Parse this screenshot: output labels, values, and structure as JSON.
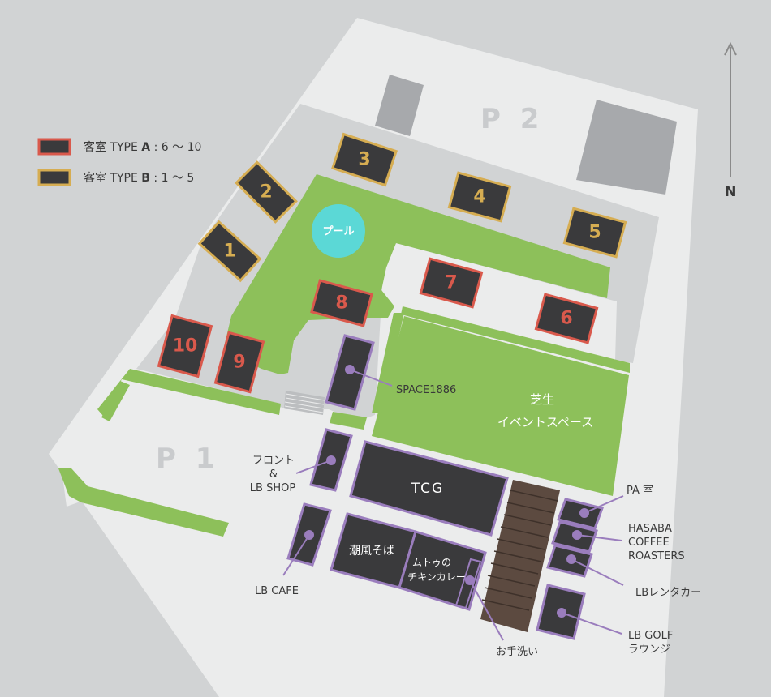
{
  "colors": {
    "background": "#d1d3d4",
    "site": "#ebecec",
    "corridor": "#d1d3d4",
    "lawn": "#8dc05a",
    "room_fill": "#3a3a3c",
    "type_a_border": "#d9594c",
    "type_b_border": "#d6ad52",
    "facility_border": "#9a7dbd",
    "pool": "#5bd8d6",
    "deck": "#5c4a40",
    "parking_block": "#a7a9ac"
  },
  "legend": {
    "type_a": {
      "prefix": "客室 TYPE ",
      "type": "A",
      "range": " : 6 〜 10"
    },
    "type_b": {
      "prefix": "客室 TYPE ",
      "type": "B",
      "range": " : 1 〜 5"
    }
  },
  "north": "N",
  "parking": {
    "p1": "P 1",
    "p2": "P 2"
  },
  "pool": "プール",
  "lawn_event_space": {
    "line1": "芝生",
    "line2": "イベントスペース"
  },
  "rooms": [
    {
      "number": "1",
      "type": "B"
    },
    {
      "number": "2",
      "type": "B"
    },
    {
      "number": "3",
      "type": "B"
    },
    {
      "number": "4",
      "type": "B"
    },
    {
      "number": "5",
      "type": "B"
    },
    {
      "number": "6",
      "type": "A"
    },
    {
      "number": "7",
      "type": "A"
    },
    {
      "number": "8",
      "type": "A"
    },
    {
      "number": "9",
      "type": "A"
    },
    {
      "number": "10",
      "type": "A"
    }
  ],
  "facilities": {
    "tcg": "TCG",
    "shiokaze_soba": "潮風そば",
    "chicken_curry": {
      "line1": "ムトゥの",
      "line2": "チキンカレー"
    },
    "space1886": "SPACE1886",
    "front": {
      "line1": "フロント",
      "line2": "&",
      "line3": "LB SHOP"
    },
    "lb_cafe": "LB CAFE",
    "pa_room": "PA 室",
    "hasaba": {
      "line1": "HASABA",
      "line2": "COFFEE",
      "line3": "ROASTERS"
    },
    "rental_car": "LBレンタカー",
    "golf": {
      "line1": "LB GOLF",
      "line2": "ラウンジ"
    },
    "restroom": "お手洗い"
  }
}
